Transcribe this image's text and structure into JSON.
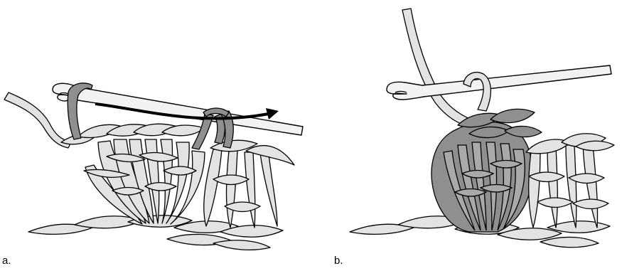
{
  "figure": {
    "panels": [
      {
        "id": "a",
        "label": "a."
      },
      {
        "id": "b",
        "label": "b."
      }
    ]
  },
  "colors": {
    "yarn_light": "#e3e3e3",
    "yarn_dark": "#8f8f8f",
    "outline": "#000000",
    "background": "#ffffff"
  },
  "icons": {
    "hook": "crochet-hook-icon",
    "arrow": "curved-arrow-icon"
  }
}
